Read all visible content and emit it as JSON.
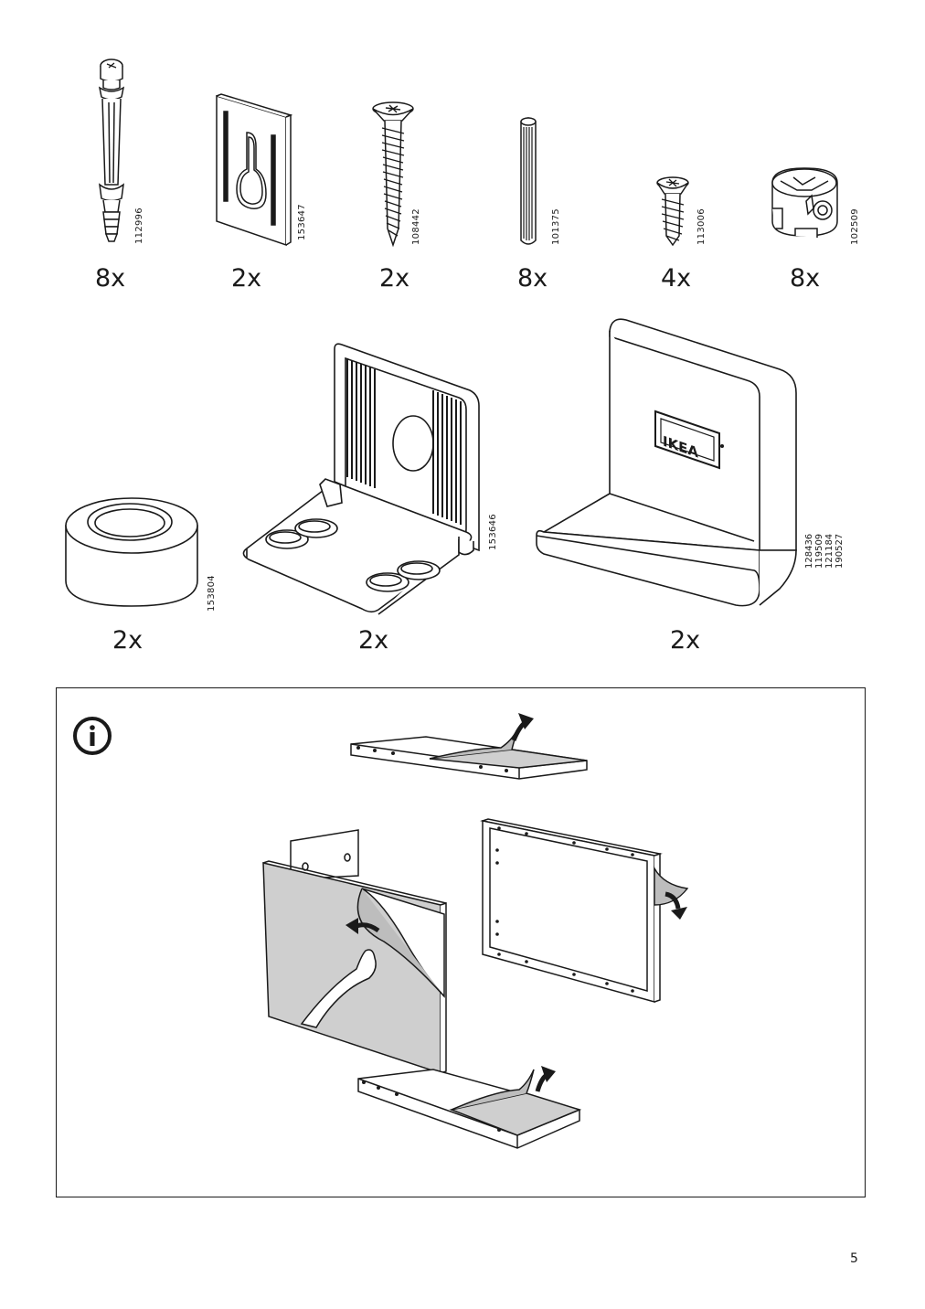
{
  "parts_row1": [
    {
      "id": "112996",
      "quantity": "8x",
      "icon": "dowel-cam-bolt-icon"
    },
    {
      "id": "153647",
      "quantity": "2x",
      "icon": "keyhole-bracket-icon"
    },
    {
      "id": "108442",
      "quantity": "2x",
      "icon": "wood-screw-icon"
    },
    {
      "id": "101375",
      "quantity": "8x",
      "icon": "wood-dowel-icon"
    },
    {
      "id": "113006",
      "quantity": "4x",
      "icon": "short-screw-icon"
    },
    {
      "id": "102509",
      "quantity": "8x",
      "icon": "cam-lock-icon"
    }
  ],
  "parts_row2": [
    {
      "id": "153804",
      "quantity": "2x",
      "icon": "round-foot-icon"
    },
    {
      "id": "153646",
      "quantity": "2x",
      "icon": "l-bracket-icon"
    },
    {
      "ids": [
        "128436",
        "119509",
        "121184",
        "190527"
      ],
      "quantity": "2x",
      "icon": "ikea-logo-bracket-icon",
      "logo_text": "IKEA"
    }
  ],
  "info_section": {
    "icon": "info-icon",
    "illustration": "peel-protective-film-icon"
  },
  "page_number": "5"
}
